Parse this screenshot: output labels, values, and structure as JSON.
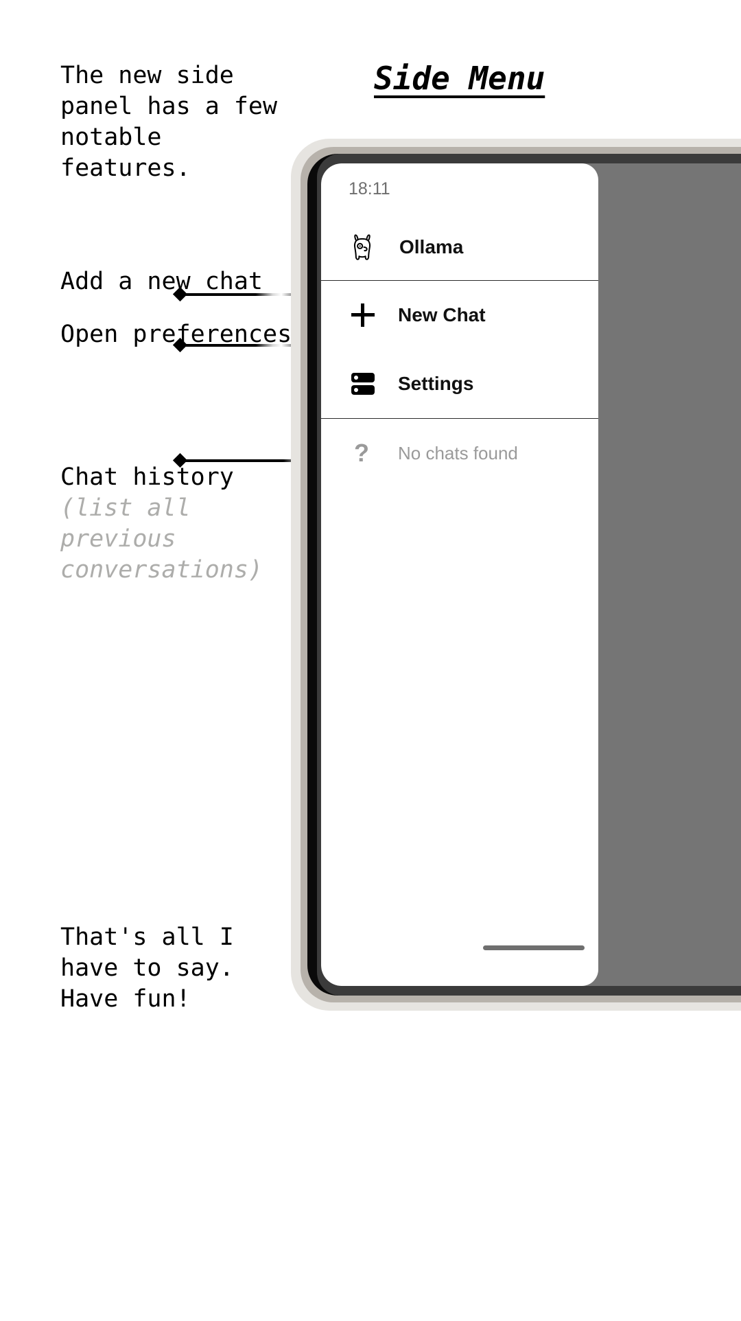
{
  "doc": {
    "title": "Side Menu",
    "intro": "The new side\npanel has a few\nnotable\nfeatures.",
    "outro": "That's all I\nhave to say.\nHave fun!"
  },
  "annotations": [
    {
      "id": "new-chat",
      "label": "Add a new chat"
    },
    {
      "id": "settings",
      "label": "Open preferences"
    },
    {
      "id": "history",
      "label": "Chat history"
    },
    {
      "id": "history-sub",
      "label": "(list all\nprevious\nconversations)"
    }
  ],
  "phone": {
    "status": {
      "time": "18:11"
    },
    "drawer": {
      "brand": {
        "label": "Ollama",
        "icon": "llama-icon"
      },
      "items": [
        {
          "label": "New Chat",
          "icon": "plus-icon"
        },
        {
          "label": "Settings",
          "icon": "server-icon"
        }
      ],
      "empty_state": {
        "label": "No chats found",
        "icon": "question-mark-icon"
      }
    }
  },
  "colors": {
    "text": "#000000",
    "muted": "#adadab",
    "status_time": "#6e6e6e",
    "empty_text": "#9a9a9a",
    "scrim": "#757575",
    "panel": "#ffffff"
  }
}
